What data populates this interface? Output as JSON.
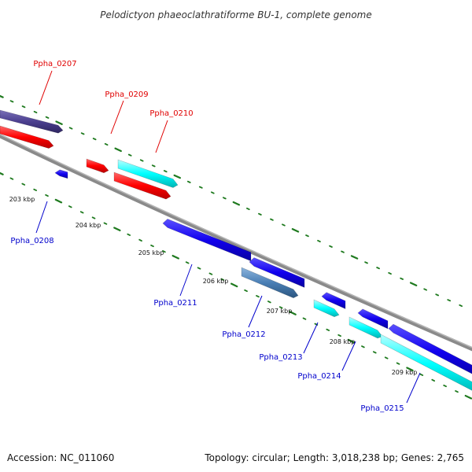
{
  "title": "Pelodictyon phaeoclathratiforme BU-1, complete genome",
  "footer": {
    "accession": "Accession: NC_011060",
    "summary": "Topology: circular; Length: 3,018,238 bp; Genes: 2,765"
  },
  "colors": {
    "backbone": "#8a8a8a",
    "tick": "#1f7a1f",
    "label_forward": "#e00000",
    "label_reverse": "#0000cc",
    "red": "#ff0000",
    "navy": "#4b3f8f",
    "cyan": "#00ffff",
    "blue": "#1100ee",
    "steel": "#4a7fb5"
  },
  "kbp_ticks": [
    "203 kbp",
    "204 kbp",
    "205 kbp",
    "206 kbp",
    "207 kbp",
    "208 kbp",
    "209 kbp"
  ],
  "genes": [
    {
      "id": "Ppha_0207",
      "strand": "forward",
      "color": "navy"
    },
    {
      "id": "Ppha_0208",
      "strand": "reverse",
      "color": "blue"
    },
    {
      "id": "Ppha_0209",
      "strand": "forward",
      "color": "red"
    },
    {
      "id": "Ppha_0210",
      "strand": "forward",
      "color": "cyan"
    },
    {
      "id": "Ppha_0211",
      "strand": "reverse",
      "color": "blue"
    },
    {
      "id": "Ppha_0212",
      "strand": "reverse",
      "color": "steel"
    },
    {
      "id": "Ppha_0213",
      "strand": "reverse",
      "color": "cyan"
    },
    {
      "id": "Ppha_0214",
      "strand": "reverse",
      "color": "cyan"
    },
    {
      "id": "Ppha_0215",
      "strand": "reverse",
      "color": "cyan"
    }
  ]
}
